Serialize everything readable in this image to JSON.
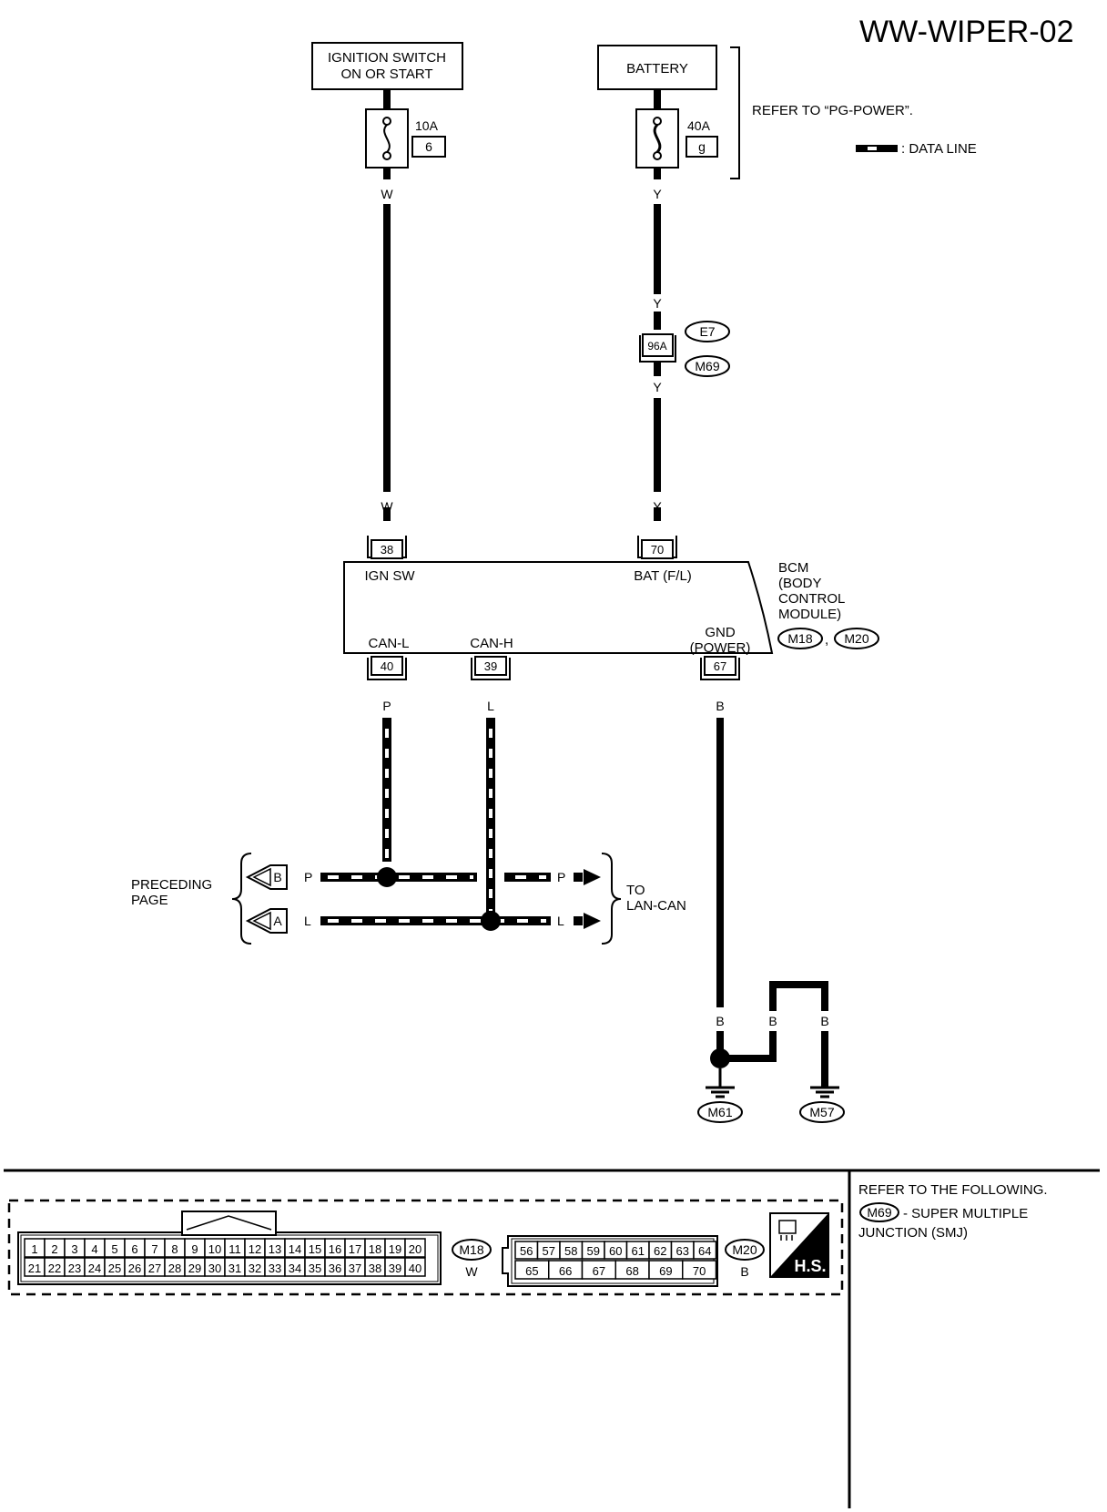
{
  "page_title": "WW-WIPER-02",
  "ignition_switch": {
    "line1": "IGNITION SWITCH",
    "line2": "ON OR START"
  },
  "battery": {
    "label": "BATTERY"
  },
  "fuse_ign": {
    "rating": "10A",
    "number": "6"
  },
  "fuse_bat": {
    "rating": "40A",
    "number": "g"
  },
  "refer_pg_power": "REFER TO “PG-POWER”.",
  "legend": {
    "data_line": ": DATA LINE"
  },
  "wires": {
    "white": "W",
    "yellow": "Y",
    "pink": "P",
    "blue": "L",
    "black": "B"
  },
  "joint": {
    "pin": "96A",
    "connector_a": "E7",
    "connector_b": "M69"
  },
  "bcm": {
    "line1": "BCM",
    "line2": "(BODY",
    "line3": "CONTROL",
    "line4": "MODULE)",
    "connector_a": "M18",
    "connector_b": "M20",
    "separator": ",",
    "pins": {
      "ign_sw": "38",
      "bat": "70",
      "can_l": "40",
      "can_h": "39",
      "gnd": "67"
    },
    "pin_labels": {
      "ign_sw": "IGN SW",
      "bat": "BAT (F/L)",
      "can_l": "CAN-L",
      "can_h": "CAN-H",
      "gnd_1": "GND",
      "gnd_2": "(POWER)"
    }
  },
  "preceding_page": {
    "line1": "PRECEDING",
    "line2": "PAGE",
    "marker_b": "B",
    "marker_a": "A"
  },
  "to_lan_can": {
    "line1": "TO",
    "line2": "LAN-CAN"
  },
  "grounds": {
    "g1": "M61",
    "g2": "M57"
  },
  "connectors": {
    "m18": {
      "name": "M18",
      "color": "W",
      "top": [
        "1",
        "2",
        "3",
        "4",
        "5",
        "6",
        "7",
        "8",
        "9",
        "10",
        "11",
        "12",
        "13",
        "14",
        "15",
        "16",
        "17",
        "18",
        "19",
        "20"
      ],
      "bottom": [
        "21",
        "22",
        "23",
        "24",
        "25",
        "26",
        "27",
        "28",
        "29",
        "30",
        "31",
        "32",
        "33",
        "34",
        "35",
        "36",
        "37",
        "38",
        "39",
        "40"
      ]
    },
    "m20": {
      "name": "M20",
      "color": "B",
      "top": [
        "56",
        "57",
        "58",
        "59",
        "60",
        "61",
        "62",
        "63",
        "64"
      ],
      "bottom": [
        "65",
        "66",
        "67",
        "68",
        "69",
        "70"
      ]
    },
    "hs": "H.S."
  },
  "refer_following": {
    "line1": "REFER TO THE FOLLOWING.",
    "connector": "M69",
    "line2": "- SUPER MULTIPLE",
    "line3": "JUNCTION (SMJ)"
  }
}
